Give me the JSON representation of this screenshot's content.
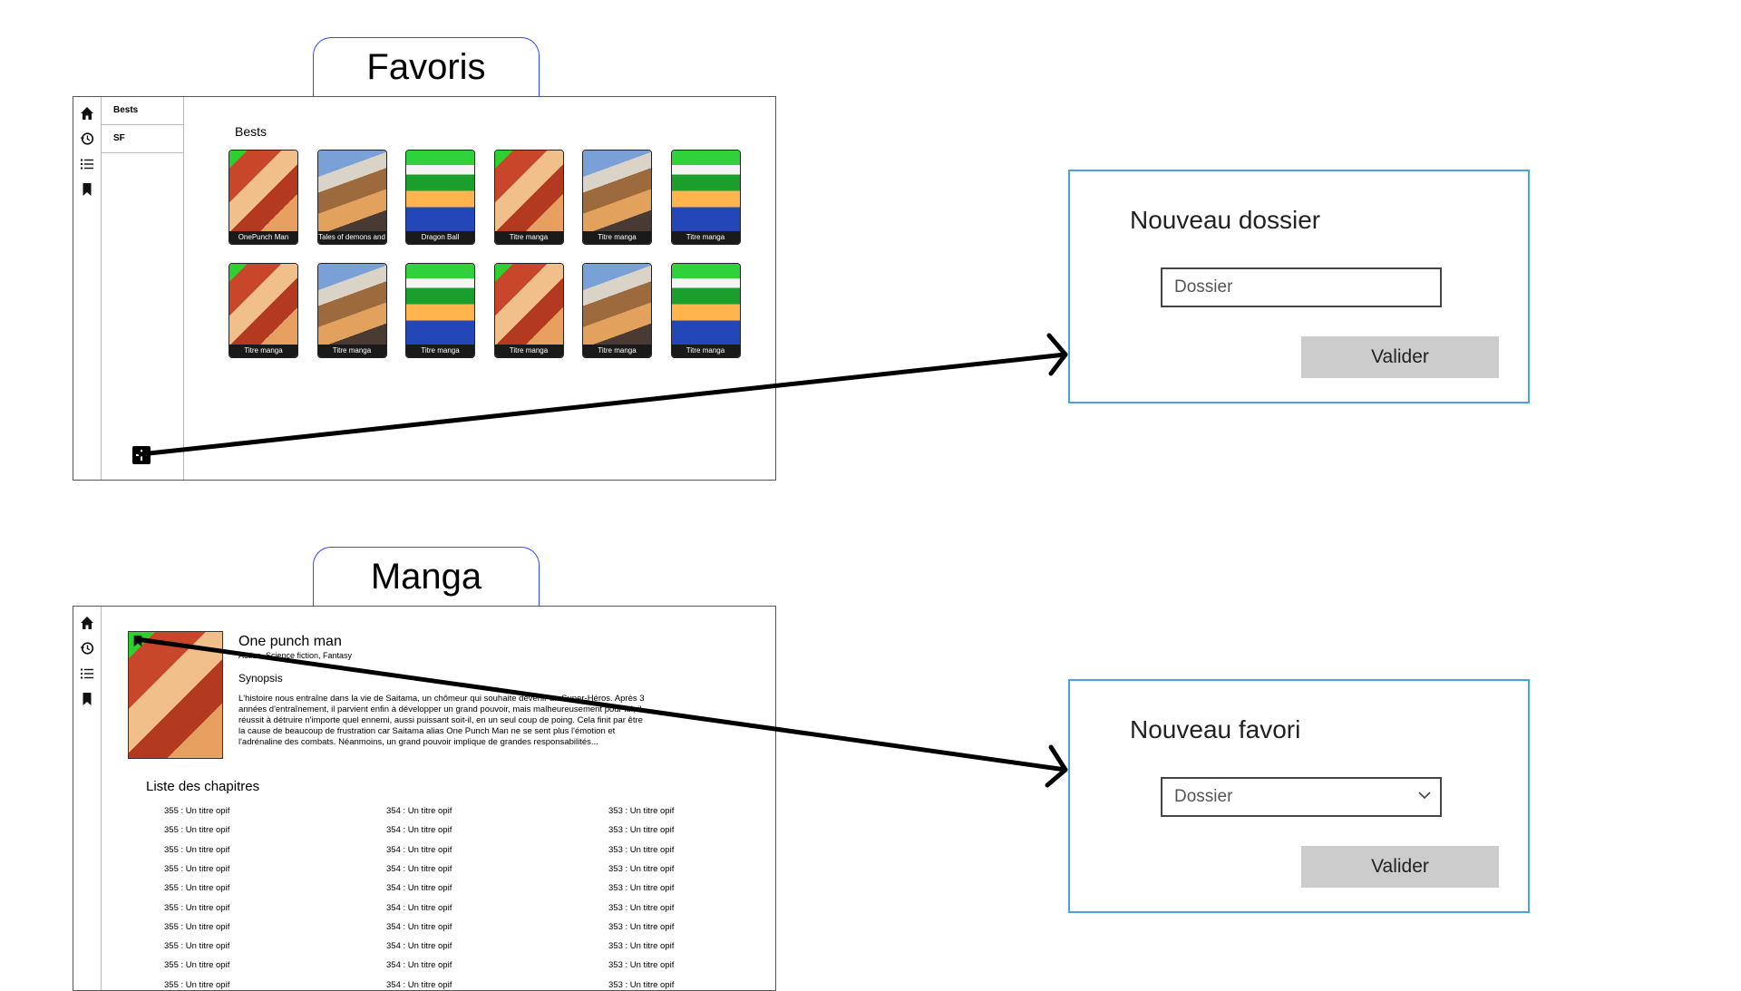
{
  "favoris": {
    "tab_label": "Favoris",
    "folders": [
      {
        "label": "Bests"
      },
      {
        "label": "SF"
      }
    ],
    "section_title": "Bests",
    "covers": [
      {
        "caption": "OnePunch Man",
        "art": "onepunch"
      },
      {
        "caption": "Tales of demons and",
        "art": "tales"
      },
      {
        "caption": "Dragon Ball",
        "art": "dragonball"
      },
      {
        "caption": "Titre manga",
        "art": "onepunch"
      },
      {
        "caption": "Titre manga",
        "art": "tales"
      },
      {
        "caption": "Titre manga",
        "art": "dragonball"
      },
      {
        "caption": "Titre manga",
        "art": "onepunch"
      },
      {
        "caption": "Titre manga",
        "art": "tales"
      },
      {
        "caption": "Titre manga",
        "art": "dragonball"
      },
      {
        "caption": "Titre manga",
        "art": "onepunch"
      },
      {
        "caption": "Titre manga",
        "art": "tales"
      },
      {
        "caption": "Titre manga",
        "art": "dragonball"
      }
    ],
    "add_icon": "plus-icon"
  },
  "dialog_folder": {
    "title": "Nouveau dossier",
    "input_placeholder": "Dossier",
    "button_label": "Valider"
  },
  "manga": {
    "tab_label": "Manga",
    "title": "One punch man",
    "genres": "Action, Science fiction, Fantasy",
    "synopsis_heading": "Synopsis",
    "synopsis": "L'histoire nous entraîne dans la vie de Saitama, un chômeur qui souhaite devenir un Super-Héros. Après 3 années d'entraînement, il parvient enfin à développer un grand pouvoir, mais malheureusement pour lui, il réussit à détruire n'importe quel ennemi, aussi puissant soit-il, en un seul coup de poing. Cela finit par être la cause de beaucoup de frustration car Saitama alias One Punch Man ne se sent plus l'émotion et l'adrénaline des combats. Néanmoins, un grand pouvoir implique de grandes responsabilités...",
    "chapters_heading": "Liste des chapitres",
    "chapter_columns": [
      [
        "355 : Un titre opif",
        "355 : Un titre opif",
        "355 : Un titre opif",
        "355 : Un titre opif",
        "355 : Un titre opif",
        "355 : Un titre opif",
        "355 : Un titre opif",
        "355 : Un titre opif",
        "355 : Un titre opif",
        "355 : Un titre opif"
      ],
      [
        "354 : Un titre opif",
        "354 : Un titre opif",
        "354 : Un titre opif",
        "354 : Un titre opif",
        "354 : Un titre opif",
        "354 : Un titre opif",
        "354 : Un titre opif",
        "354 : Un titre opif",
        "354 : Un titre opif",
        "354 : Un titre opif"
      ],
      [
        "353 : Un titre opif",
        "353 : Un titre opif",
        "353 : Un titre opif",
        "353 : Un titre opif",
        "353 : Un titre opif",
        "353 : Un titre opif",
        "353 : Un titre opif",
        "353 : Un titre opif",
        "353 : Un titre opif",
        "353 : Un titre opif"
      ]
    ]
  },
  "dialog_favorite": {
    "title": "Nouveau favori",
    "select_value": "Dossier",
    "button_label": "Valider"
  },
  "icons": {
    "nav": [
      "home-icon",
      "history-icon",
      "list-icon",
      "bookmark-icon"
    ]
  }
}
